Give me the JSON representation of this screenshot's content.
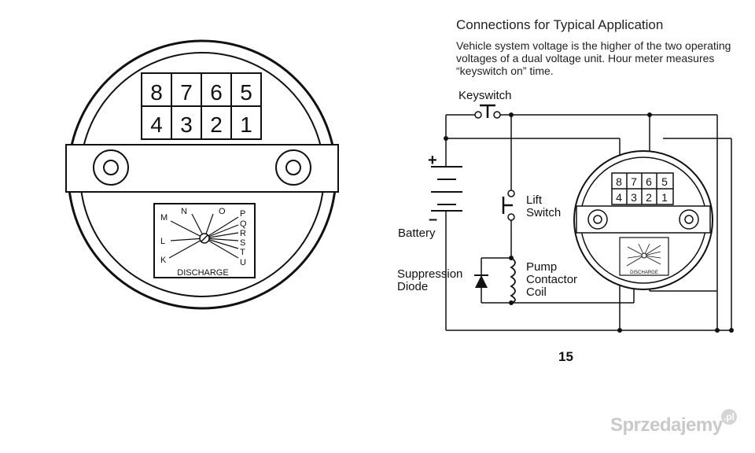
{
  "header": {
    "title": "Connections for Typical  Application",
    "description_lines": [
      "Vehicle system voltage is the higher of the two operating",
      "voltages of a dual voltage unit. Hour meter measures",
      "“keyswitch on” time."
    ]
  },
  "terminals": {
    "top_row": [
      "8",
      "7",
      "6",
      "5"
    ],
    "bottom_row": [
      "4",
      "3",
      "2",
      "1"
    ]
  },
  "dial": {
    "letters_left": [
      "M",
      "N",
      "O"
    ],
    "letters_right": [
      "P",
      "Q",
      "R",
      "S",
      "T",
      "U"
    ],
    "letter_l": "L",
    "letter_k": "K",
    "label": "DISCHARGE"
  },
  "circuit": {
    "keyswitch": "Keyswitch",
    "battery_plus": "+",
    "battery_minus": "–",
    "battery": "Battery",
    "lift_switch_line1": "Lift",
    "lift_switch_line2": "Switch",
    "suppression_line1": "Suppression",
    "suppression_line2": "Diode",
    "pump_line1": "Pump",
    "pump_line2": "Contactor",
    "pump_line3": "Coil"
  },
  "footer": {
    "page_number": "15",
    "watermark": "Sprzedajemy",
    "watermark_suffix": ".pl"
  }
}
